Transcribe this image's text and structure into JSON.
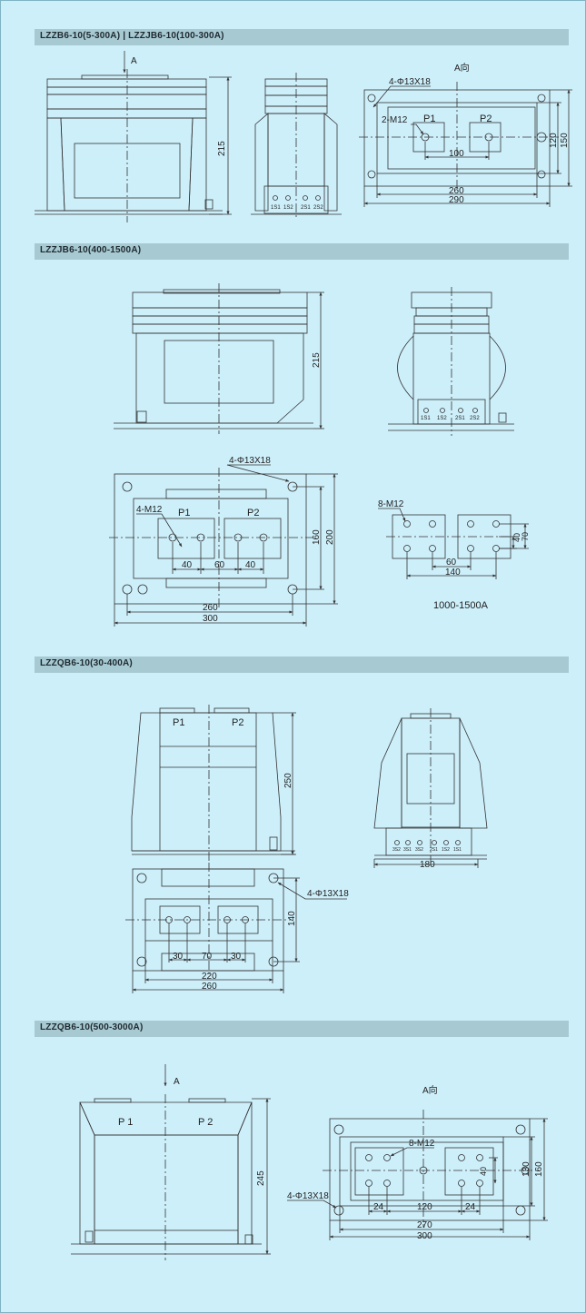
{
  "sections": [
    {
      "title": "LZZB6-10(5-300A)  |  LZZJB6-10(100-300A)"
    },
    {
      "title": "LZZJB6-10(400-1500A)"
    },
    {
      "title": "LZZQB6-10(30-400A)"
    },
    {
      "title": "LZZQB6-10(500-3000A)"
    }
  ],
  "s1": {
    "view_arrow": "A",
    "view_label": "A向",
    "height": "215",
    "terminals": [
      "1S1",
      "1S2",
      "2S1",
      "2S2"
    ],
    "holes": "4-Φ13X18",
    "bolts": "2-M12",
    "p1": "P1",
    "p2": "P2",
    "pitch": "100",
    "w_inner": "260",
    "w_outer": "290",
    "h_inner": "120",
    "h_outer": "150"
  },
  "s2": {
    "height": "215",
    "terminals": [
      "1S1",
      "1S2",
      "2S1",
      "2S2"
    ],
    "holes": "4-Φ13X18",
    "bolts": "4-M12",
    "p1": "P1",
    "p2": "P2",
    "d40a": "40",
    "d60": "60",
    "d40b": "40",
    "w_inner": "260",
    "w_outer": "300",
    "h_inner": "160",
    "h_outer": "200",
    "alt_bolts": "8-M12",
    "alt_d60": "60",
    "alt_d140": "140",
    "alt_d40": "40",
    "alt_d70": "70",
    "alt_caption": "1000-1500A"
  },
  "s3": {
    "p1": "P1",
    "p2": "P2",
    "height": "250",
    "terminals": [
      "3S2",
      "3S1",
      "3S2",
      "2S1",
      "1S2",
      "1S1"
    ],
    "side_w": "180",
    "holes": "4-Φ13X18",
    "h": "140",
    "d30a": "30",
    "d70": "70",
    "d30b": "30",
    "w_inner": "220",
    "w_outer": "260"
  },
  "s4": {
    "view_arrow": "A",
    "view_label": "A向",
    "p1": "P 1",
    "p2": "P 2",
    "height": "245",
    "bolts": "8-M12",
    "holes": "4-Φ13X18",
    "d40": "40",
    "d24a": "24",
    "d120": "120",
    "d24b": "24",
    "w_inner": "270",
    "w_outer": "300",
    "h_inner": "130",
    "h_outer": "160"
  },
  "colors": {
    "background": "#cdeffa",
    "band": "#a7c9d2",
    "line": "#333333"
  }
}
